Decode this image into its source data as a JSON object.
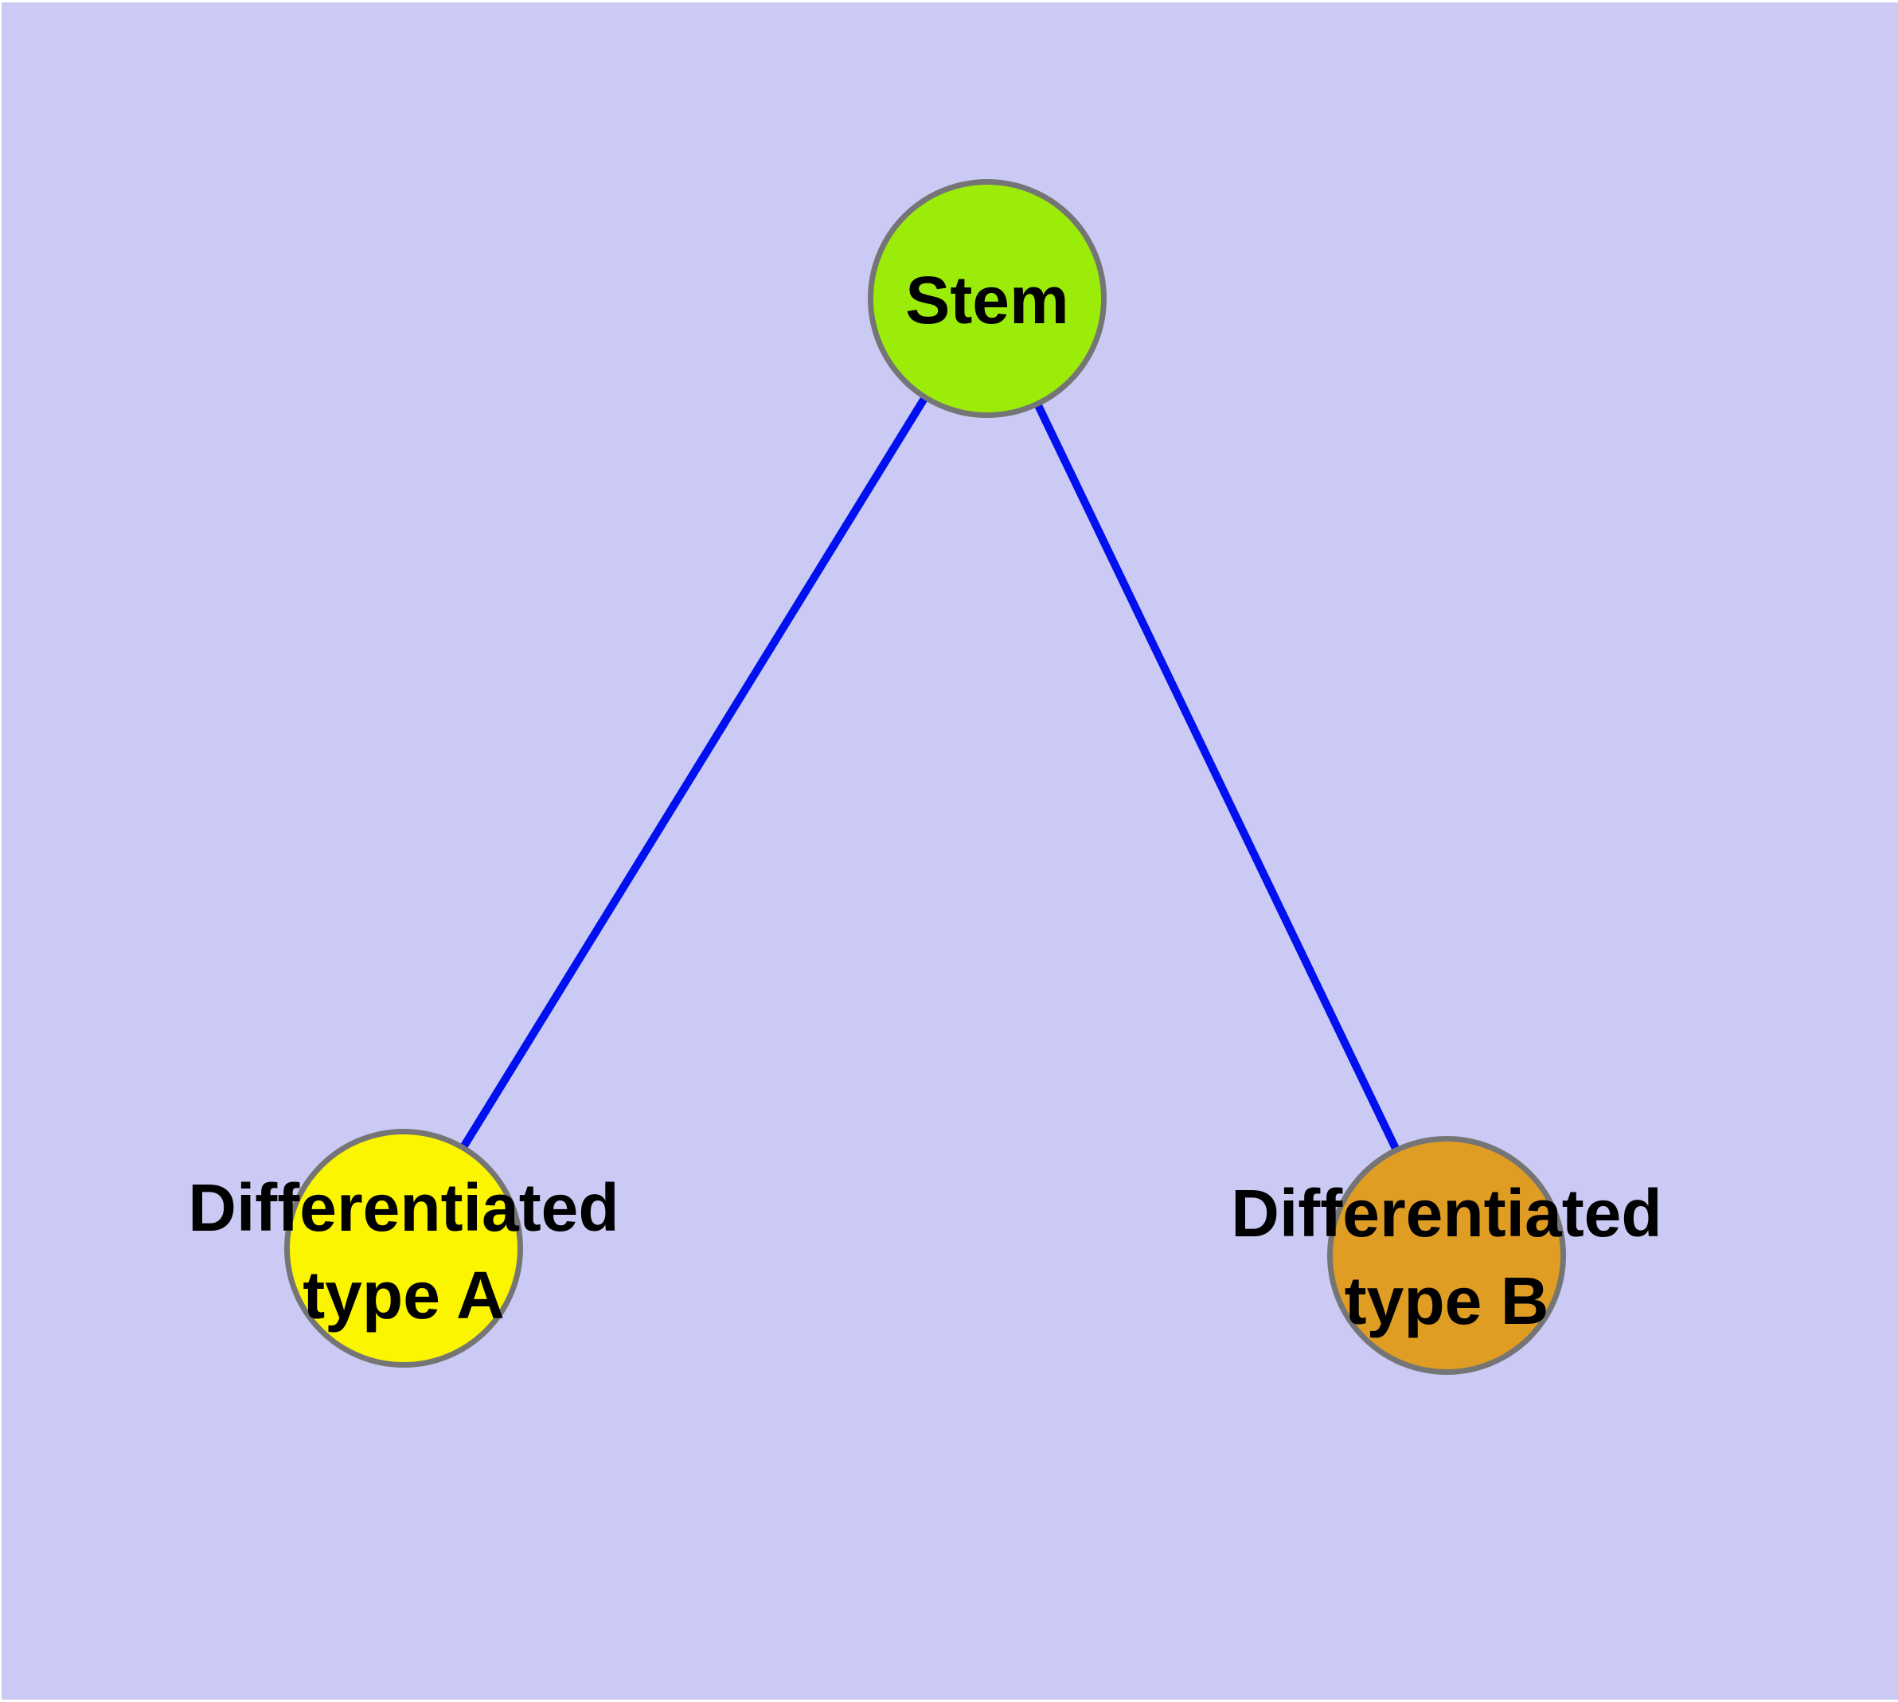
{
  "colors": {
    "background": "#cacaf4",
    "edge": "#0010ee",
    "node_border": "#757575",
    "stem_fill": "#9cec09",
    "type_a_fill": "#fcf500",
    "type_b_fill": "#e09d24",
    "label_text": "#000000"
  },
  "nodes": {
    "stem": {
      "label": "Stem"
    },
    "type_a": {
      "line1": "Differentiated",
      "line2": "type A"
    },
    "type_b": {
      "line1": "Differentiated",
      "line2": "type B"
    }
  },
  "edges": [
    {
      "from": "Stem",
      "to": "Differentiated type A"
    },
    {
      "from": "Stem",
      "to": "Differentiated type B"
    }
  ]
}
